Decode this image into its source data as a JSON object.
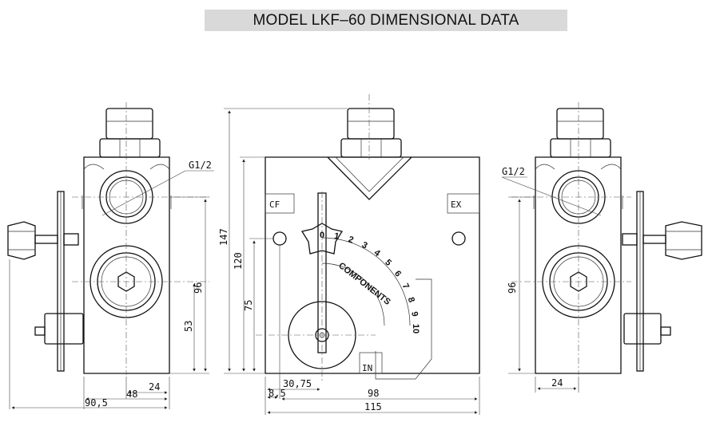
{
  "title": "MODEL LKF–60 DIMENSIONAL DATA",
  "left_view": {
    "port_label": "G1/2",
    "dims": {
      "height_96": "96",
      "height_53": "53",
      "width_24": "24",
      "width_48": "48",
      "width_90_5": "90,5"
    }
  },
  "front_view": {
    "label_cf": "CF",
    "label_ex": "EX",
    "label_in": "IN",
    "dial_numbers": [
      "0",
      "1",
      "2",
      "3",
      "4",
      "5",
      "6",
      "7",
      "8",
      "9",
      "10"
    ],
    "dial_text": "COMPONENTS",
    "dims": {
      "height_147": "147",
      "height_120": "120",
      "height_75": "75",
      "width_30_75": "30,75",
      "width_8_5": "8,5",
      "width_98": "98",
      "width_115": "115"
    }
  },
  "right_view": {
    "port_label": "G1/2",
    "dims": {
      "height_96": "96",
      "width_24": "24"
    }
  }
}
